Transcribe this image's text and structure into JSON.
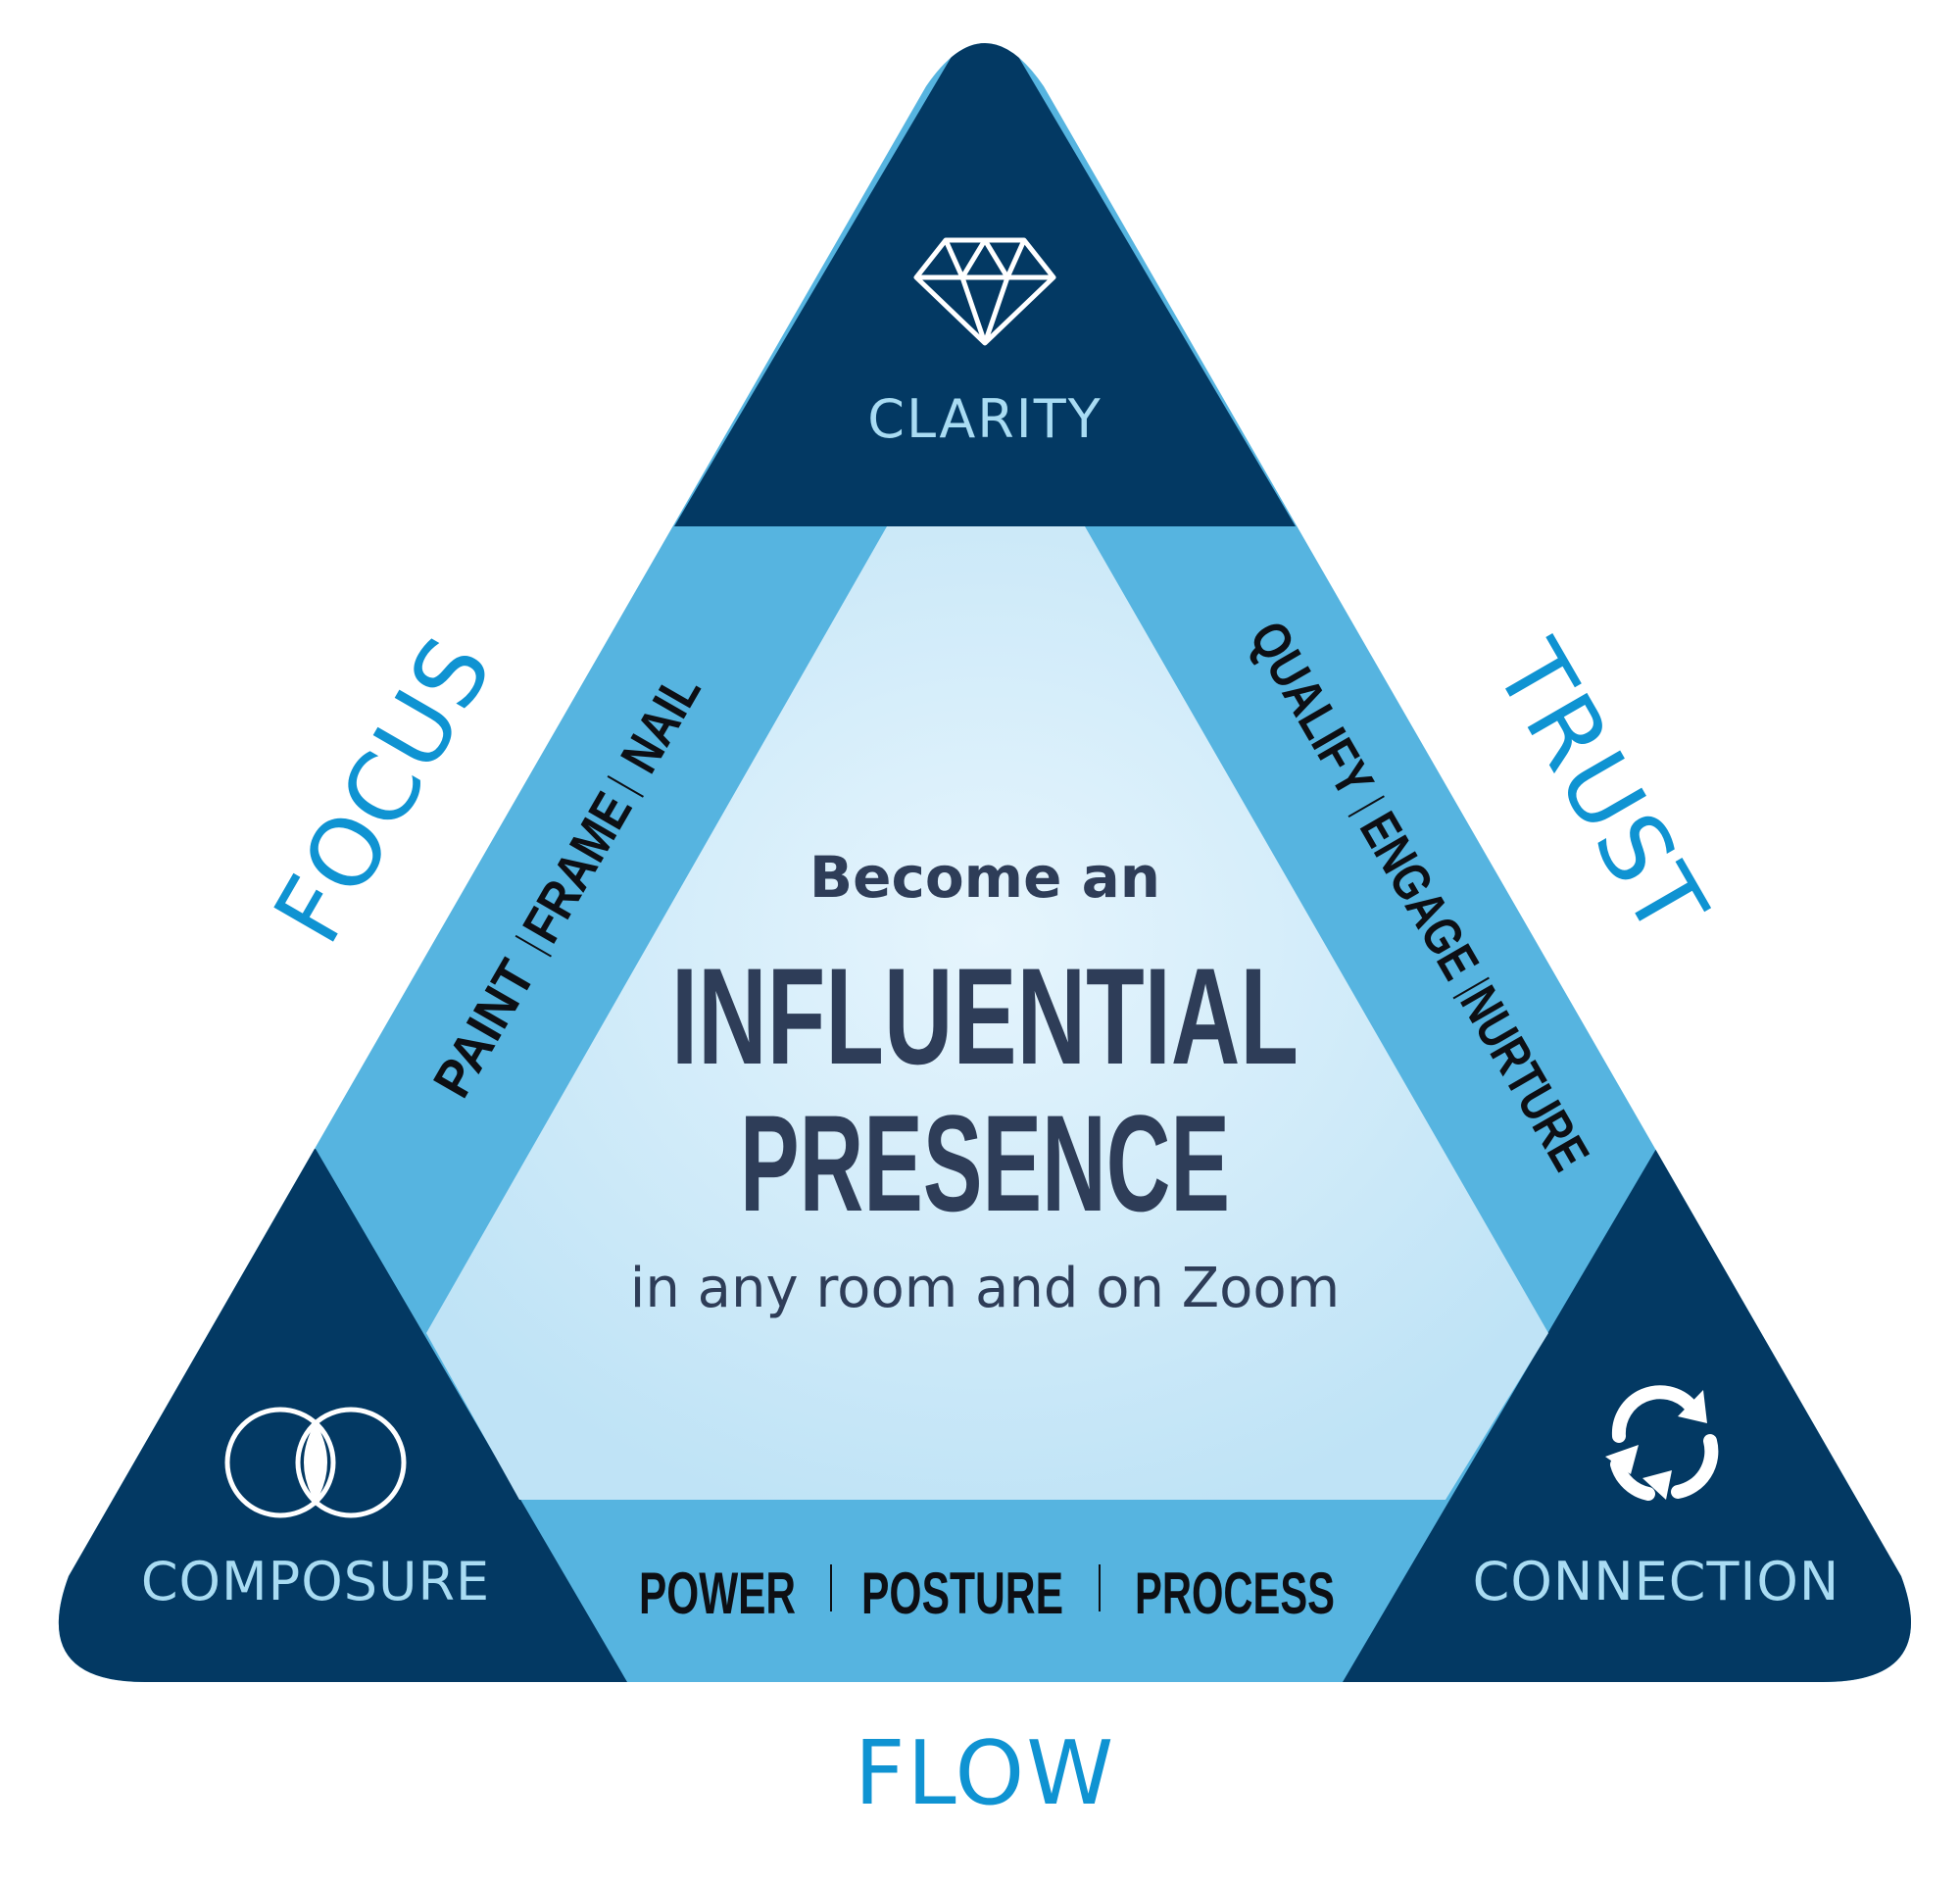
{
  "colors": {
    "navy": "#033963",
    "band": "#56b4e0",
    "center_light": "#e6f5fd",
    "center_edge": "#bfe3f6",
    "corner_label": "#a9dcf3",
    "side_label": "#0f93d2",
    "center_text": "#2e3d58",
    "band_text": "#0d0f14",
    "icon_stroke": "#ffffff"
  },
  "corners": {
    "top": {
      "label": "CLARITY",
      "icon": "diamond-icon"
    },
    "left": {
      "label": "COMPOSURE",
      "icon": "overlapping-circles-icon"
    },
    "right": {
      "label": "CONNECTION",
      "icon": "cycle-arrows-icon"
    }
  },
  "sides": {
    "left": {
      "label": "FOCUS",
      "items": [
        "PAINT",
        "FRAME",
        "NAIL"
      ]
    },
    "right": {
      "label": "TRUST",
      "items": [
        "QUALIFY",
        "ENGAGE",
        "NURTURE"
      ]
    },
    "bottom": {
      "label": "FLOW",
      "items": [
        "POWER",
        "POSTURE",
        "PROCESS"
      ]
    }
  },
  "center": {
    "intro": "Become an",
    "headline_1": "INFLUENTIAL",
    "headline_2": "PRESENCE",
    "tagline": "in any room and on Zoom"
  }
}
